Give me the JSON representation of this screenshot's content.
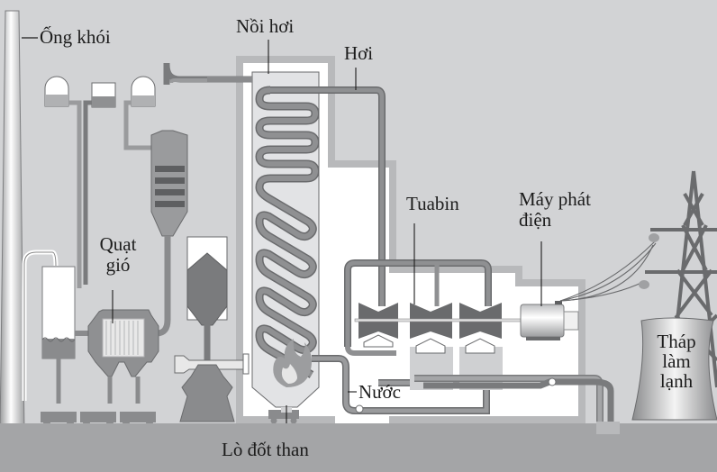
{
  "diagram": {
    "title": "Coal-fired thermal power plant",
    "labels": {
      "chimney": "Ống khói",
      "boiler": "Nồi hơi",
      "steam": "Hơi",
      "fan_line1": "Quạt",
      "fan_line2": "gió",
      "turbine": "Tuabin",
      "generator_line1": "Máy phát",
      "generator_line2": "điện",
      "water": "Nước",
      "furnace": "Lò đốt than",
      "cooling_tower_line1": "Tháp",
      "cooling_tower_line2": "làm",
      "cooling_tower_line3": "lạnh"
    },
    "colors": {
      "background": "#d2d3d5",
      "ground": "#a4a5a7",
      "pipe": "#7a7b7d",
      "building_outline": "#b8b9bb",
      "white": "#ffffff",
      "dark": "#5e5f61"
    }
  }
}
